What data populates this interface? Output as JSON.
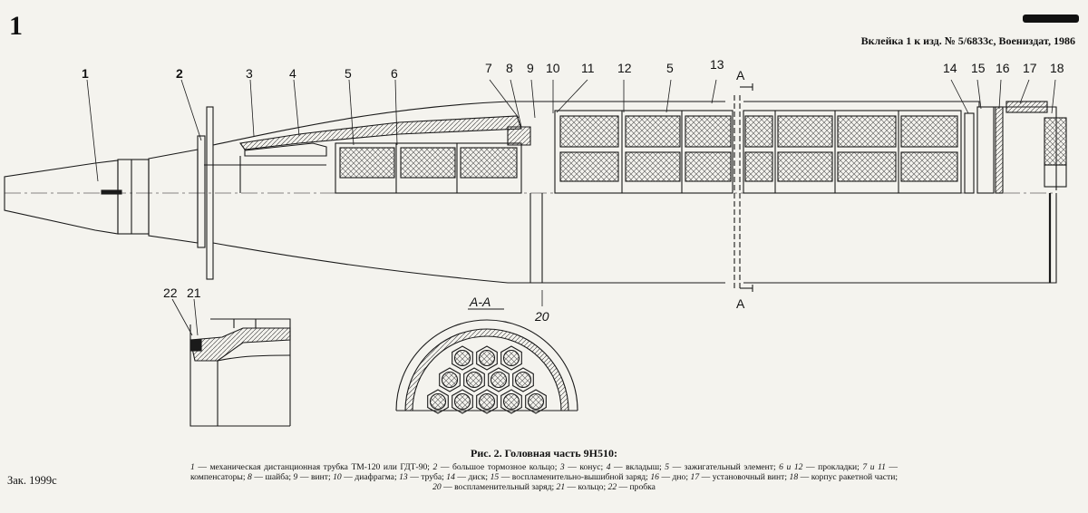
{
  "header": {
    "page_number": "1",
    "insert_label": "Вклейка 1 к изд. № 5/6833с, Воениздат, 1986"
  },
  "footer": {
    "order_no": "Зак. 1999с"
  },
  "figure": {
    "callouts": {
      "n1": "1",
      "n2": "2",
      "n3": "3",
      "n4": "4",
      "n5a": "5",
      "n6": "6",
      "n7": "7",
      "n8": "8",
      "n9": "9",
      "n10": "10",
      "n11": "11",
      "n12": "12",
      "n5b": "5",
      "n13": "13",
      "n14": "14",
      "n15": "15",
      "n16": "16",
      "n17": "17",
      "n18": "18",
      "n20": "20",
      "n21": "21",
      "n22": "22"
    },
    "section_mark": "A",
    "section_title": "A-A"
  },
  "caption": {
    "title": "Рис. 2. Головная часть 9Н510:",
    "legend": [
      {
        "num": "1",
        "text": "механическая дистанционная трубка ТМ-120 или ГДТ-90;"
      },
      {
        "num": "2",
        "text": "большое тормозное кольцо;"
      },
      {
        "num": "3",
        "text": "конус;"
      },
      {
        "num": "4",
        "text": "вкладыш;"
      },
      {
        "num": "5",
        "text": "зажигательный элемент;"
      },
      {
        "num": "6 и 12",
        "text": "прокладки;"
      },
      {
        "num": "7 и 11",
        "text": "компенсаторы;"
      },
      {
        "num": "8",
        "text": "шайба;"
      },
      {
        "num": "9",
        "text": "винт;"
      },
      {
        "num": "10",
        "text": "диафрагма;"
      },
      {
        "num": "13",
        "text": "труба;"
      },
      {
        "num": "14",
        "text": "диск;"
      },
      {
        "num": "15",
        "text": "воспламенительно-вышибной заряд;"
      },
      {
        "num": "16",
        "text": "дно;"
      },
      {
        "num": "17",
        "text": "установочный винт;"
      },
      {
        "num": "18",
        "text": "корпус ракетной части;"
      },
      {
        "num": "20",
        "text": "воспламенительный заряд;"
      },
      {
        "num": "21",
        "text": "кольцо;"
      },
      {
        "num": "22",
        "text": "пробка"
      }
    ]
  },
  "colors": {
    "ink": "#1a1a1a",
    "paper": "#f4f3ee",
    "hatch": "#555555"
  }
}
